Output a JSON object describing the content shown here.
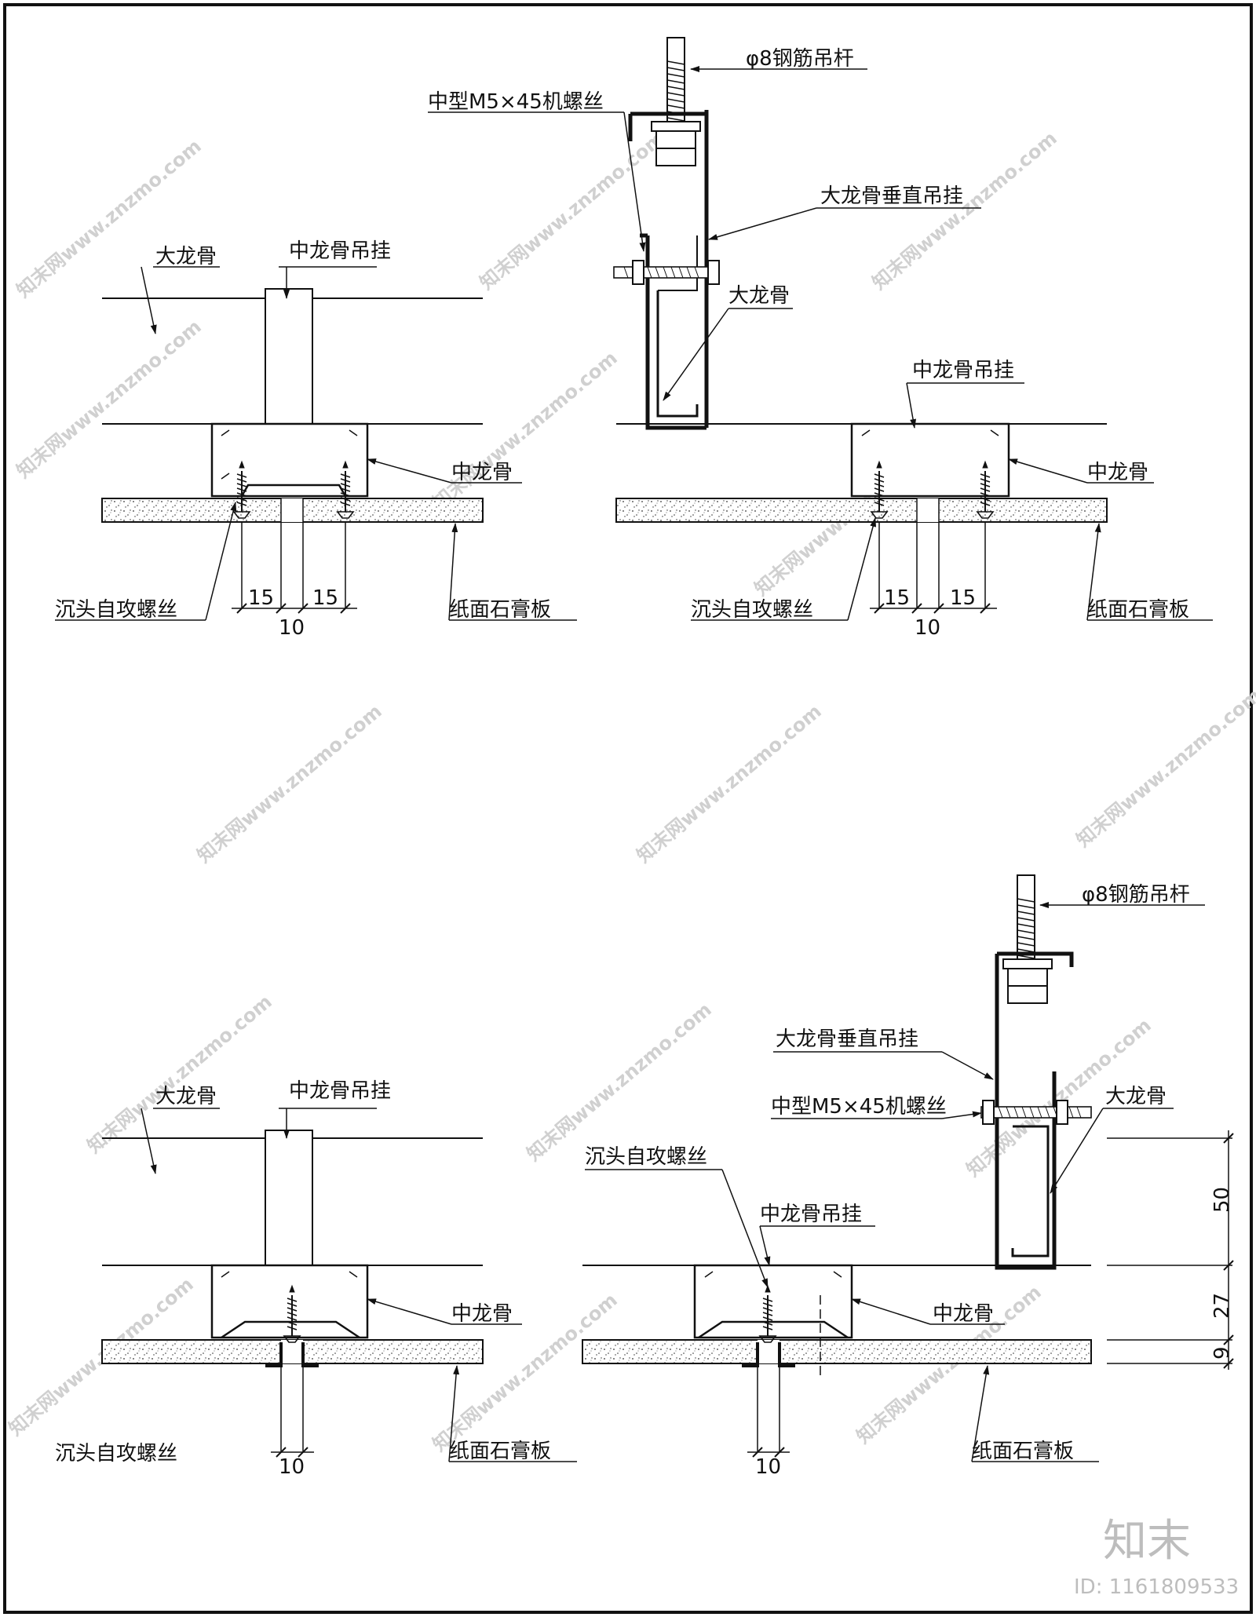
{
  "labels": {
    "rod": "φ8钢筋吊杆",
    "machine_screw": "中型M5×45机螺丝",
    "main_hanger": "大龙骨垂直吊挂",
    "main_keel": "大龙骨",
    "mid_hanger": "中龙骨吊挂",
    "mid_keel": "中龙骨",
    "self_tap_screw": "沉头自攻螺丝",
    "gypsum_board": "纸面石膏板"
  },
  "dimensions": {
    "d15": "15",
    "d10": "10",
    "d50": "50",
    "d27": "27",
    "d9": "9"
  },
  "watermark": {
    "site": "知末网www.znzmo.com",
    "brand": "知末",
    "id": "ID: 1161809533"
  }
}
